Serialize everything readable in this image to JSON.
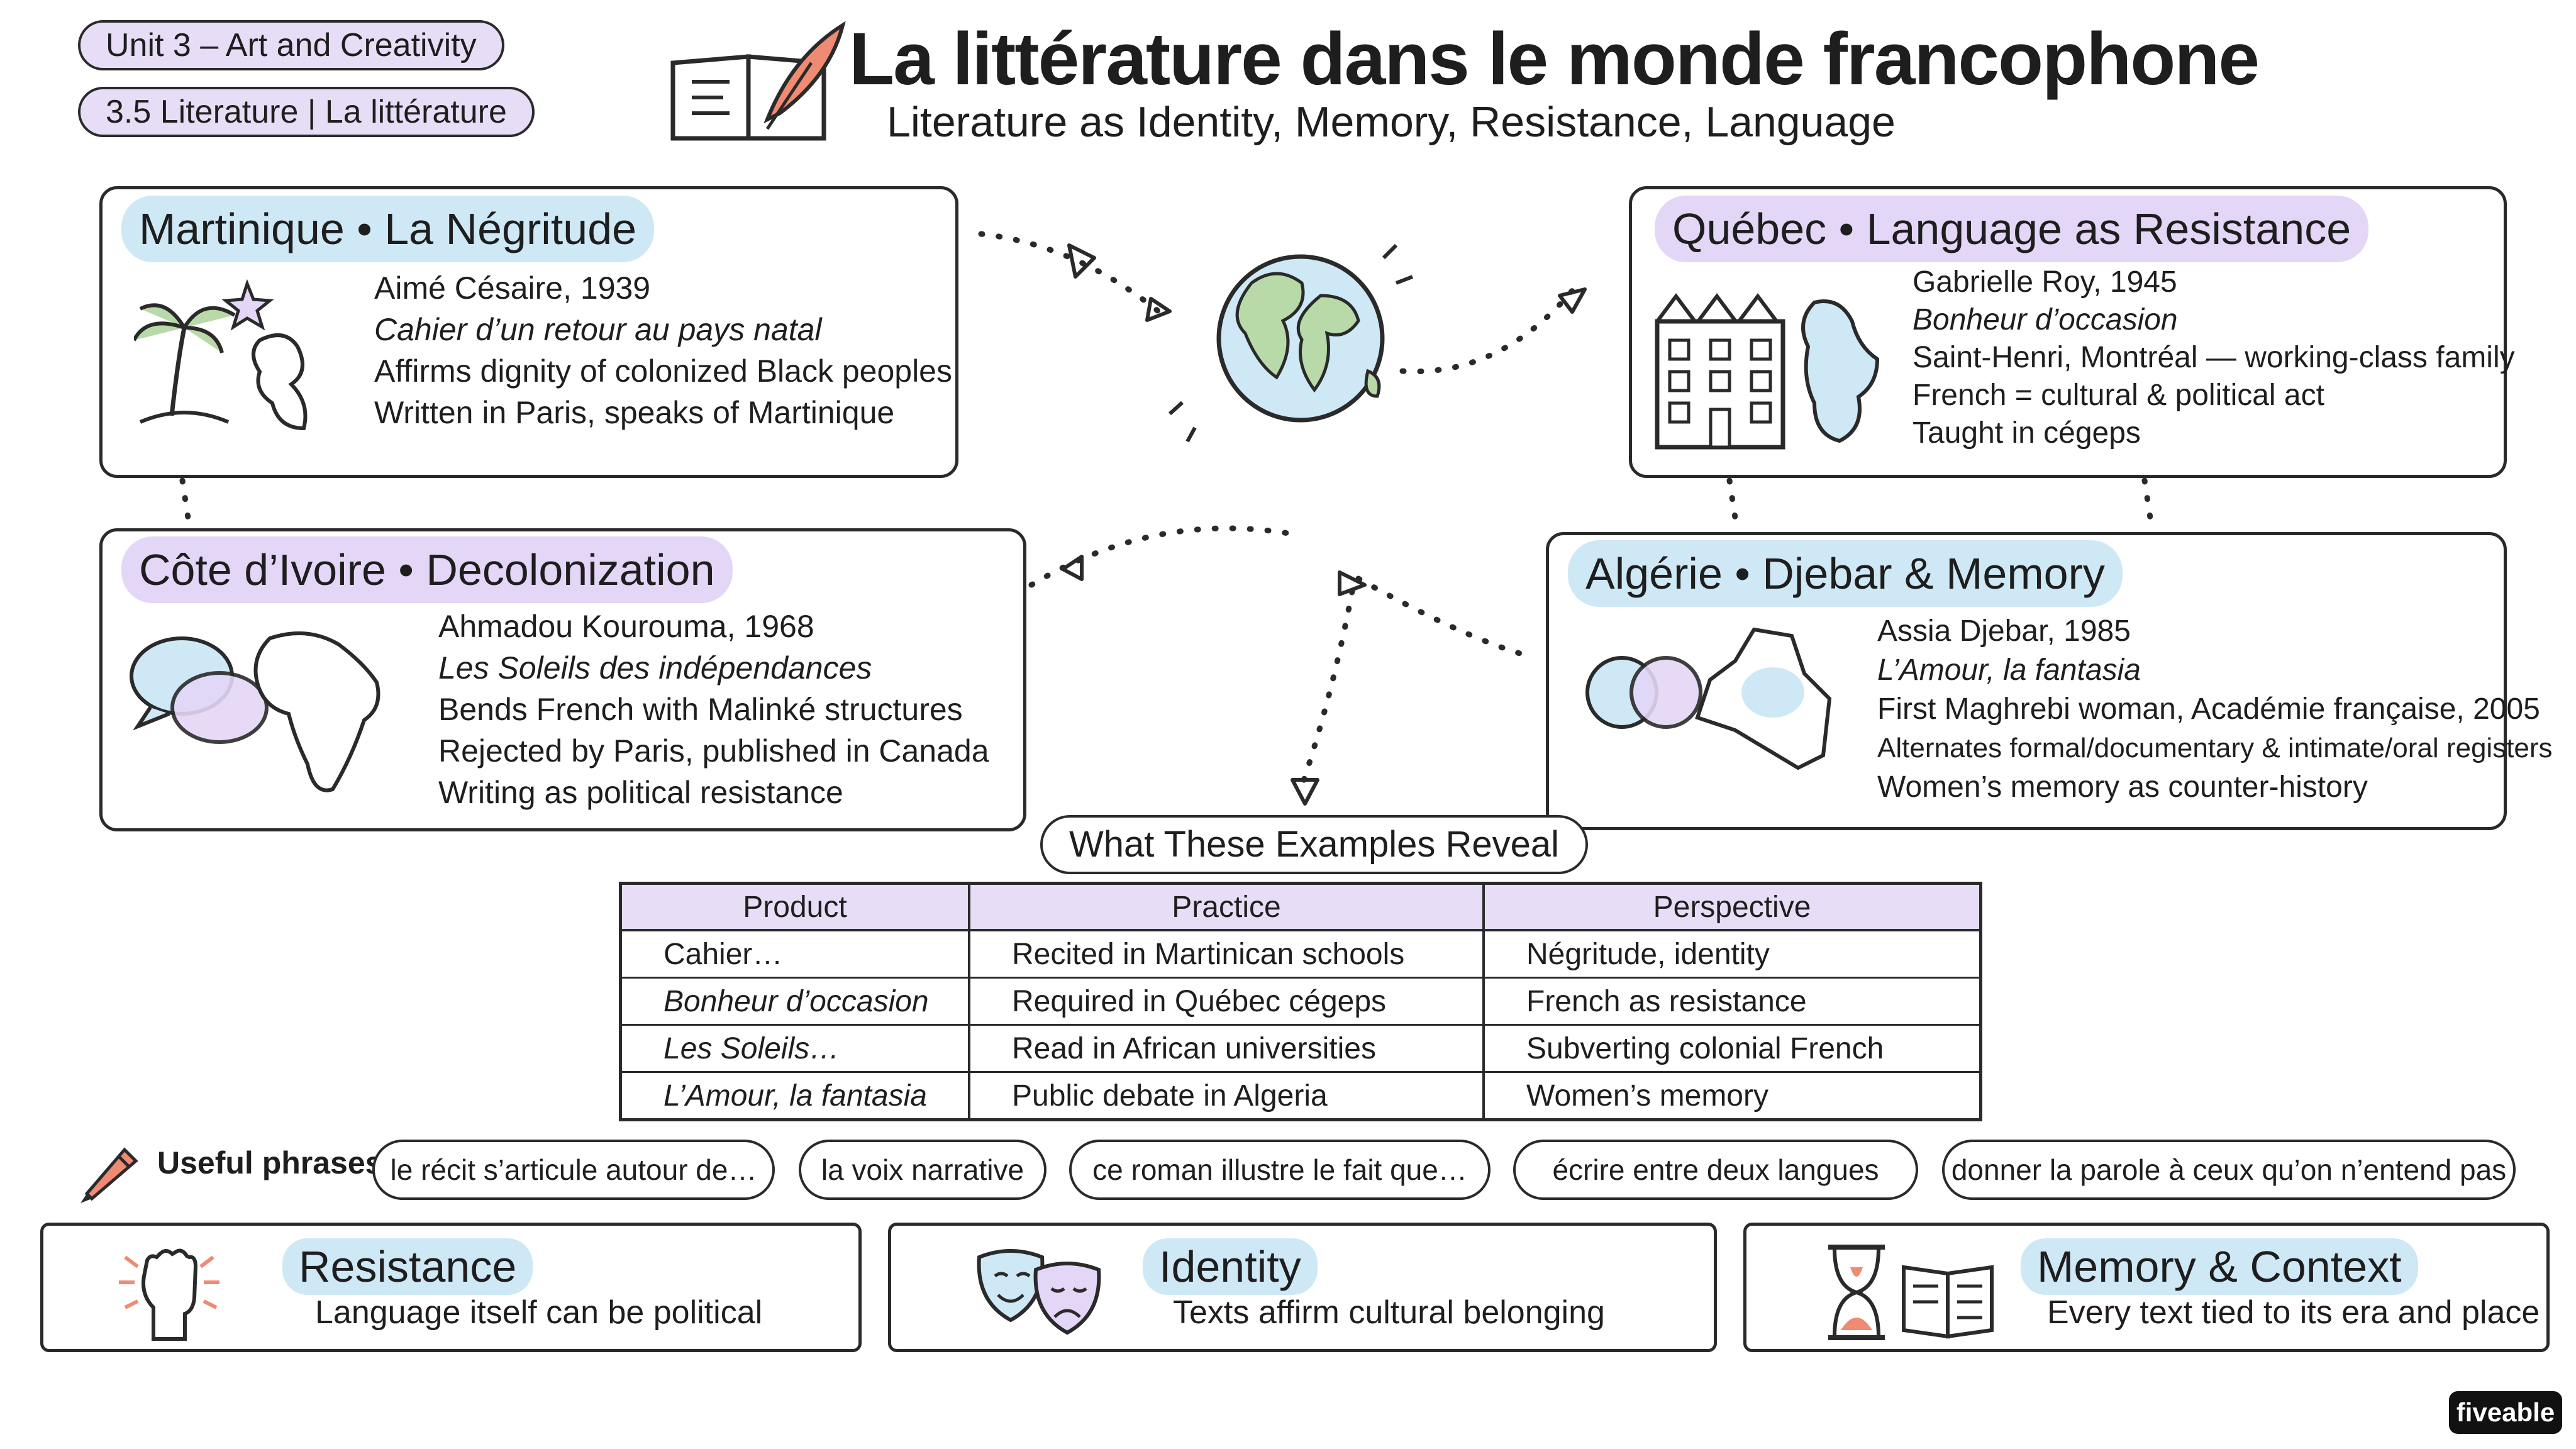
{
  "header": {
    "unit_label": "Unit 3 – Art and Creativity",
    "topic_label": "3.5 Literature | La littérature",
    "title": "La littérature dans le monde francophone",
    "subtitle": "Literature as Identity, Memory, Resistance, Language"
  },
  "cards": {
    "martinique": {
      "title": "Martinique • La Négritude",
      "author": "Aimé Césaire, 1939",
      "work": "Cahier d’un retour au pays natal",
      "lines": [
        "Affirms dignity of colonized Black peoples",
        "Written in Paris, speaks of Martinique"
      ]
    },
    "quebec": {
      "title": "Québec • Language as Resistance",
      "author": "Gabrielle Roy, 1945",
      "work": "Bonheur d’occasion",
      "lines": [
        "Saint-Henri, Montréal — working-class family",
        "French = cultural & political act",
        "Taught in cégeps"
      ]
    },
    "cote_divoire": {
      "title": "Côte d’Ivoire • Decolonization",
      "author": "Ahmadou Kourouma, 1968",
      "work": "Les Soleils des indépendances",
      "lines": [
        "Bends French with Malinké structures",
        "Rejected by Paris, published in Canada",
        "Writing as political resistance"
      ]
    },
    "algerie": {
      "title": "Algérie • Djebar & Memory",
      "author": "Assia Djebar, 1985",
      "work": "L’Amour, la fantasia",
      "lines": [
        "First Maghrebi woman, Académie française, 2005",
        "Alternates formal/documentary & intimate/oral registers",
        "Women’s memory as counter-history"
      ]
    }
  },
  "table": {
    "title": "What These Examples Reveal",
    "headers": [
      "Product",
      "Practice",
      "Perspective"
    ],
    "rows": [
      [
        "Cahier…",
        "Recited in Martinican schools",
        "Négritude, identity"
      ],
      [
        "Bonheur d’occasion",
        "Required in Québec cégeps",
        "French as resistance"
      ],
      [
        "Les Soleils…",
        "Read in African universities",
        "Subverting colonial French"
      ],
      [
        "L’Amour, la fantasia",
        "Public debate in Algeria",
        "Women’s memory"
      ]
    ]
  },
  "phrases": {
    "label": "Useful phrases:",
    "items": [
      "le récit s’articule autour de…",
      "la voix narrative",
      "ce roman illustre le fait que…",
      "écrire entre deux langues",
      "donner la parole à ceux qu’on n’entend pas"
    ]
  },
  "themes": [
    {
      "title": "Resistance",
      "desc": "Language itself can be political",
      "icon": "raised-fist-icon"
    },
    {
      "title": "Identity",
      "desc": "Texts affirm cultural belonging",
      "icon": "theater-masks-icon"
    },
    {
      "title": "Memory & Context",
      "desc": "Every text tied to its era and place",
      "icon": "hourglass-book-icon"
    }
  ],
  "brand": "fiveable",
  "colors": {
    "blue_highlight": "#cfe8f5",
    "purple_highlight": "#e4d6f7",
    "accent_coral": "#ef8a73",
    "ink": "#2a2a2a"
  }
}
